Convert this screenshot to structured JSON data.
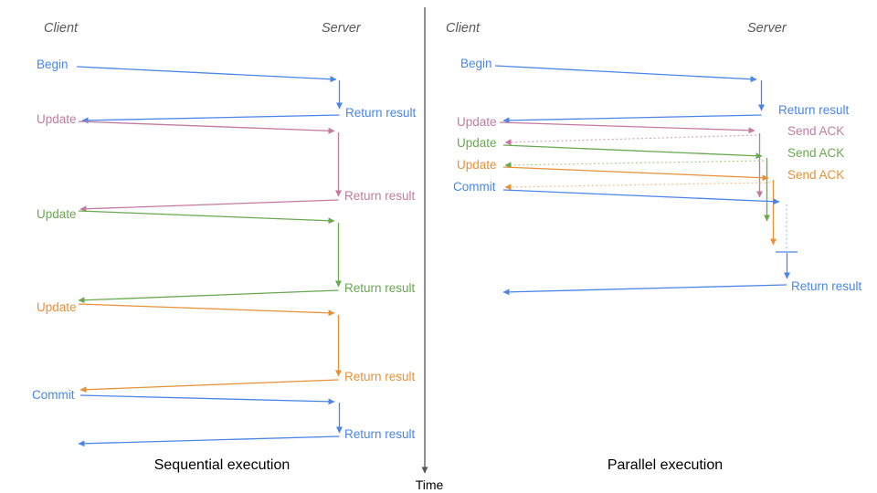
{
  "colors": {
    "background": "#ffffff",
    "blue": "#4a86e8",
    "pink": "#c27ba0",
    "green": "#6aa84f",
    "orange": "#e69138",
    "blue_light": "#a4c2f4",
    "pink_light": "#d5a6bd",
    "green_light": "#a9d18e",
    "orange_light": "#f6c189",
    "header_gray": "#595959",
    "title_black": "#000000",
    "axis": "#555555"
  },
  "time_axis": {
    "label": "Time"
  },
  "left": {
    "title": "Sequential execution",
    "client": "Client",
    "server": "Server",
    "rows": [
      {
        "req": "Begin",
        "res": "Return result"
      },
      {
        "req": "Update",
        "res": "Return result"
      },
      {
        "req": "Update",
        "res": "Return result"
      },
      {
        "req": "Update",
        "res": "Return result"
      },
      {
        "req": "Commit",
        "res": "Return result"
      }
    ]
  },
  "right": {
    "title": "Parallel execution",
    "client": "Client",
    "server": "Server",
    "rows": [
      {
        "req": "Begin",
        "res": "Return result"
      },
      {
        "req": "Update",
        "res": "Send ACK"
      },
      {
        "req": "Update",
        "res": "Send ACK"
      },
      {
        "req": "Update",
        "res": "Send ACK"
      },
      {
        "req": "Commit",
        "res": "Return result"
      }
    ]
  }
}
